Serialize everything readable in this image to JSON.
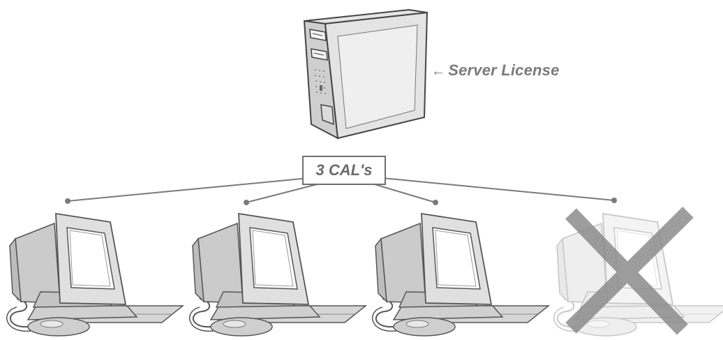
{
  "server": {
    "label": "Server License",
    "arrow": "←",
    "icon": "server-tower-icon"
  },
  "cal": {
    "label": "3 CAL's",
    "count": 3
  },
  "clients": [
    {
      "icon": "computer-icon",
      "licensed": true
    },
    {
      "icon": "computer-icon",
      "licensed": true
    },
    {
      "icon": "computer-icon",
      "licensed": true
    },
    {
      "icon": "computer-icon",
      "licensed": false,
      "overlay": "x-mark-icon"
    }
  ],
  "colors": {
    "line": "#7a7a7a",
    "device_fill": "#d9d9d9",
    "device_stroke": "#555555",
    "faded_fill": "#efefef",
    "x_mark": "#8c8c8c"
  }
}
